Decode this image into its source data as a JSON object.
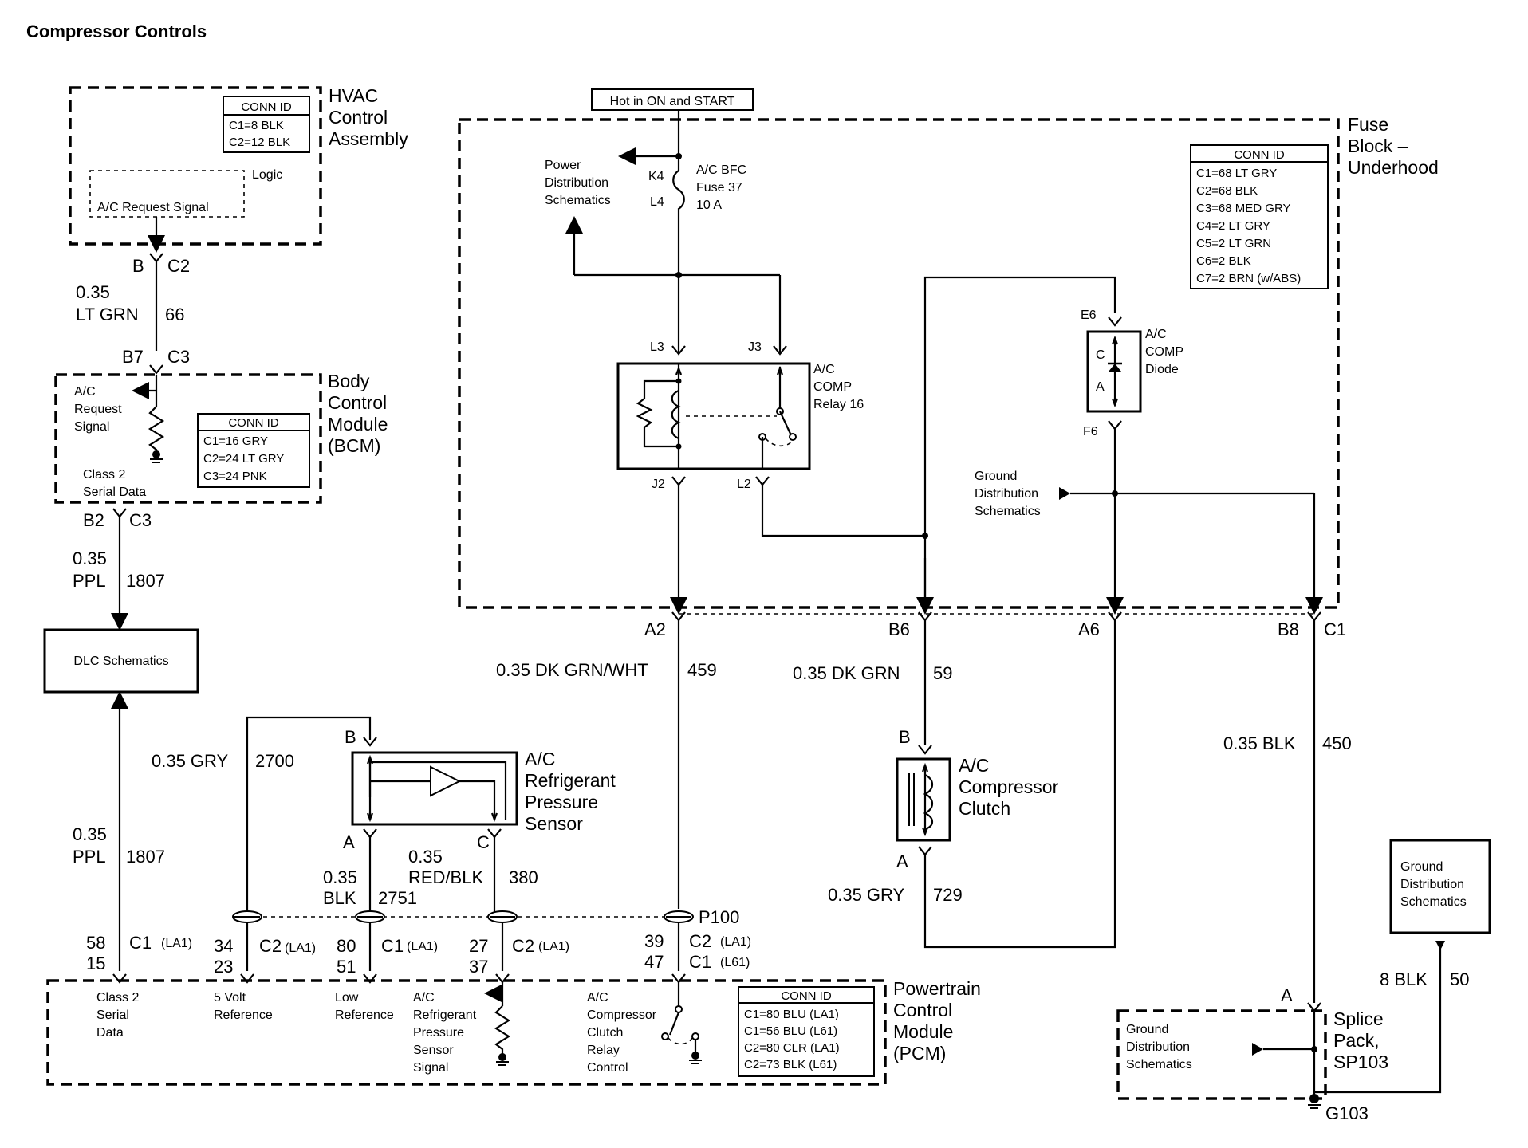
{
  "title": "Compressor Controls",
  "hvac": {
    "name": [
      "HVAC",
      "Control",
      "Assembly"
    ],
    "conn": [
      "CONN ID",
      "C1=8 BLK",
      "C2=12 BLK"
    ],
    "logic": "Logic",
    "ac_request": "A/C Request Signal",
    "pin_b": "B",
    "pin_c2": "C2"
  },
  "wire66": {
    "gauge": "0.35",
    "color": "LT GRN",
    "circuit": "66"
  },
  "bcm": {
    "name": [
      "Body",
      "Control",
      "Module",
      "(BCM)"
    ],
    "pin_b7": "B7",
    "pin_c3": "C3",
    "ac_request": [
      "A/C",
      "Request",
      "Signal"
    ],
    "conn": [
      "CONN ID",
      "C1=16 GRY",
      "C2=24 LT GRY",
      "C3=24 PNK"
    ],
    "class2": [
      "Class 2",
      "Serial Data"
    ],
    "pin_b2": "B2",
    "pin_c3b": "C3"
  },
  "wire1807a": {
    "gauge": "0.35",
    "color": "PPL",
    "circuit": "1807"
  },
  "dlc": "DLC Schematics",
  "hot": "Hot in ON and START",
  "fuseblock": {
    "name": [
      "Fuse",
      "Block –",
      "Underhood"
    ],
    "conn": [
      "CONN ID",
      "C1=68 LT GRY",
      "C2=68 BLK",
      "C3=68 MED GRY",
      "C4=2 LT GRY",
      "C5=2 LT GRN",
      "C6=2 BLK",
      "C7=2 BRN (w/ABS)"
    ],
    "power_dist": [
      "Power",
      "Distribution",
      "Schematics"
    ],
    "k4": "K4",
    "l4": "L4",
    "fuse": [
      "A/C BFC",
      "Fuse 37",
      "10 A"
    ],
    "l3": "L3",
    "j3": "J3",
    "j2": "J2",
    "l2": "L2",
    "relay": [
      "A/C",
      "COMP",
      "Relay 16"
    ],
    "e6": "E6",
    "f6": "F6",
    "diode": [
      "A/C",
      "COMP",
      "Diode"
    ],
    "diode_c": "C",
    "diode_a": "A",
    "ground_dist": [
      "Ground",
      "Distribution",
      "Schematics"
    ]
  },
  "pins_bottom": {
    "a2": "A2",
    "b6": "B6",
    "a6": "A6",
    "b8": "B8",
    "c1": "C1"
  },
  "wire459": {
    "label": "0.35 DK GRN/WHT",
    "circuit": "459"
  },
  "wire59": {
    "label": "0.35 DK GRN",
    "circuit": "59"
  },
  "wire450": {
    "label": "0.35 BLK",
    "circuit": "450"
  },
  "clutch": {
    "name": [
      "A/C",
      "Compressor",
      "Clutch"
    ],
    "b": "B",
    "a": "A"
  },
  "wire729": {
    "label": "0.35 GRY",
    "circuit": "729"
  },
  "sensor": {
    "name": [
      "A/C",
      "Refrigerant",
      "Pressure",
      "Sensor"
    ],
    "b": "B",
    "a": "A",
    "c": "C"
  },
  "wire2700": {
    "label": "0.35 GRY",
    "circuit": "2700"
  },
  "wire1807b": {
    "gauge": "0.35",
    "color": "PPL",
    "circuit": "1807"
  },
  "wire2751": {
    "gauge": "0.35",
    "color": "BLK",
    "circuit": "2751"
  },
  "wire380": {
    "gauge": "0.35",
    "color": "RED/BLK",
    "circuit": "380"
  },
  "p100": "P100",
  "pcm_pins": {
    "p1": [
      "58",
      "15"
    ],
    "p1c": "C1",
    "p1s": "(LA1)",
    "p2": [
      "34",
      "23"
    ],
    "p2c": "C2",
    "p2s": "(LA1)",
    "p3": [
      "80",
      "51"
    ],
    "p3c": "C1",
    "p3s": "(LA1)",
    "p4": [
      "27",
      "37"
    ],
    "p4c": "C2",
    "p4s": "(LA1)",
    "p5": [
      "39",
      "47"
    ],
    "p5c": [
      "C2",
      "C1"
    ],
    "p5s": [
      "(LA1)",
      "(L61)"
    ]
  },
  "pcm": {
    "name": [
      "Powertrain",
      "Control",
      "Module",
      "(PCM)"
    ],
    "class2": [
      "Class 2",
      "Serial",
      "Data"
    ],
    "fivev": [
      "5 Volt",
      "Reference"
    ],
    "low": [
      "Low",
      "Reference"
    ],
    "sensor_sig": [
      "A/C",
      "Refrigerant",
      "Pressure",
      "Sensor",
      "Signal"
    ],
    "relay_ctl": [
      "A/C",
      "Compressor",
      "Clutch",
      "Relay",
      "Control"
    ],
    "conn": [
      "CONN ID",
      "C1=80 BLU (LA1)",
      "C1=56 BLU (L61)",
      "C2=80 CLR (LA1)",
      "C2=73 BLK (L61)"
    ]
  },
  "ground_box": [
    "Ground",
    "Distribution",
    "Schematics"
  ],
  "wire50": {
    "label": "8 BLK",
    "circuit": "50"
  },
  "splice": {
    "name": [
      "Splice",
      "Pack,",
      "SP103"
    ],
    "pin_a": "A",
    "ground_dist": [
      "Ground",
      "Distribution",
      "Schematics"
    ]
  },
  "g103": "G103"
}
